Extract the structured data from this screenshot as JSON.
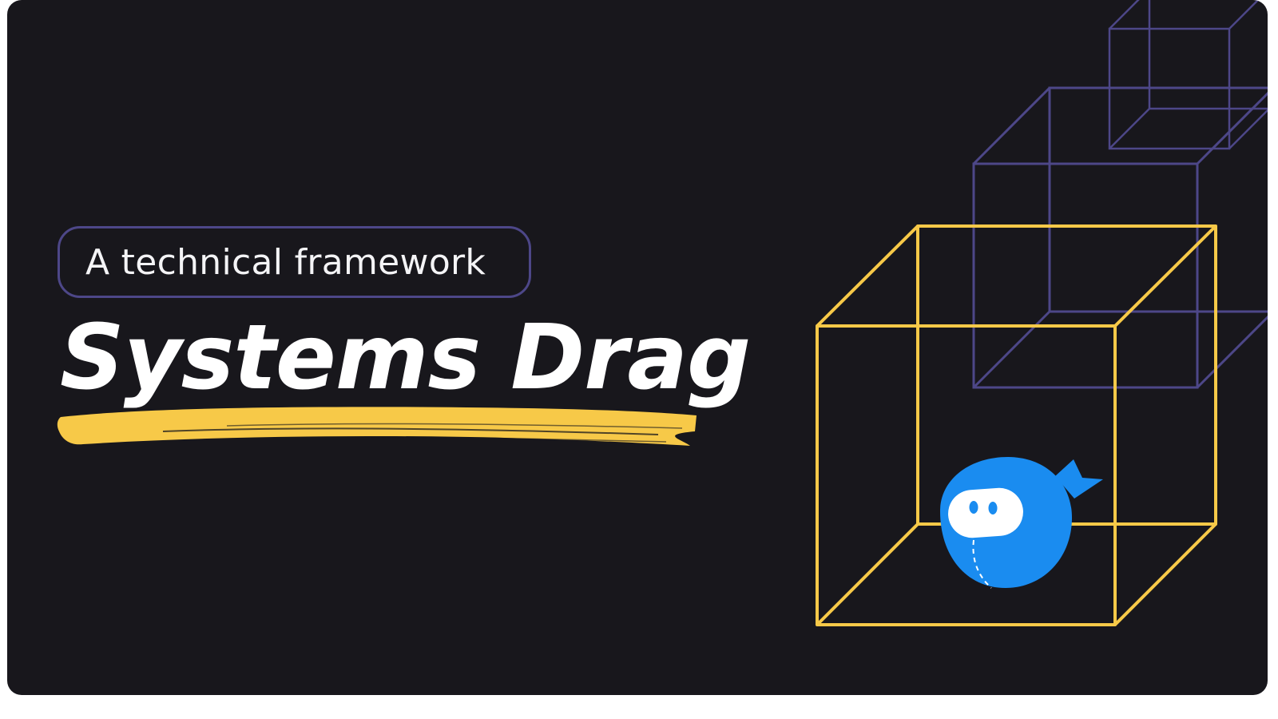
{
  "badge": {
    "label": "A technical framework"
  },
  "headline": {
    "text": "Systems Drag"
  },
  "colors": {
    "background": "#18171c",
    "accent_yellow": "#f7c948",
    "outline_purple": "#4d4788",
    "mascot_blue": "#1a8cf0"
  },
  "icons": {
    "mascot": "ninja-ball-mascot-icon",
    "brush": "brush-stroke-underline",
    "cubes": "wireframe-cube-icon"
  }
}
